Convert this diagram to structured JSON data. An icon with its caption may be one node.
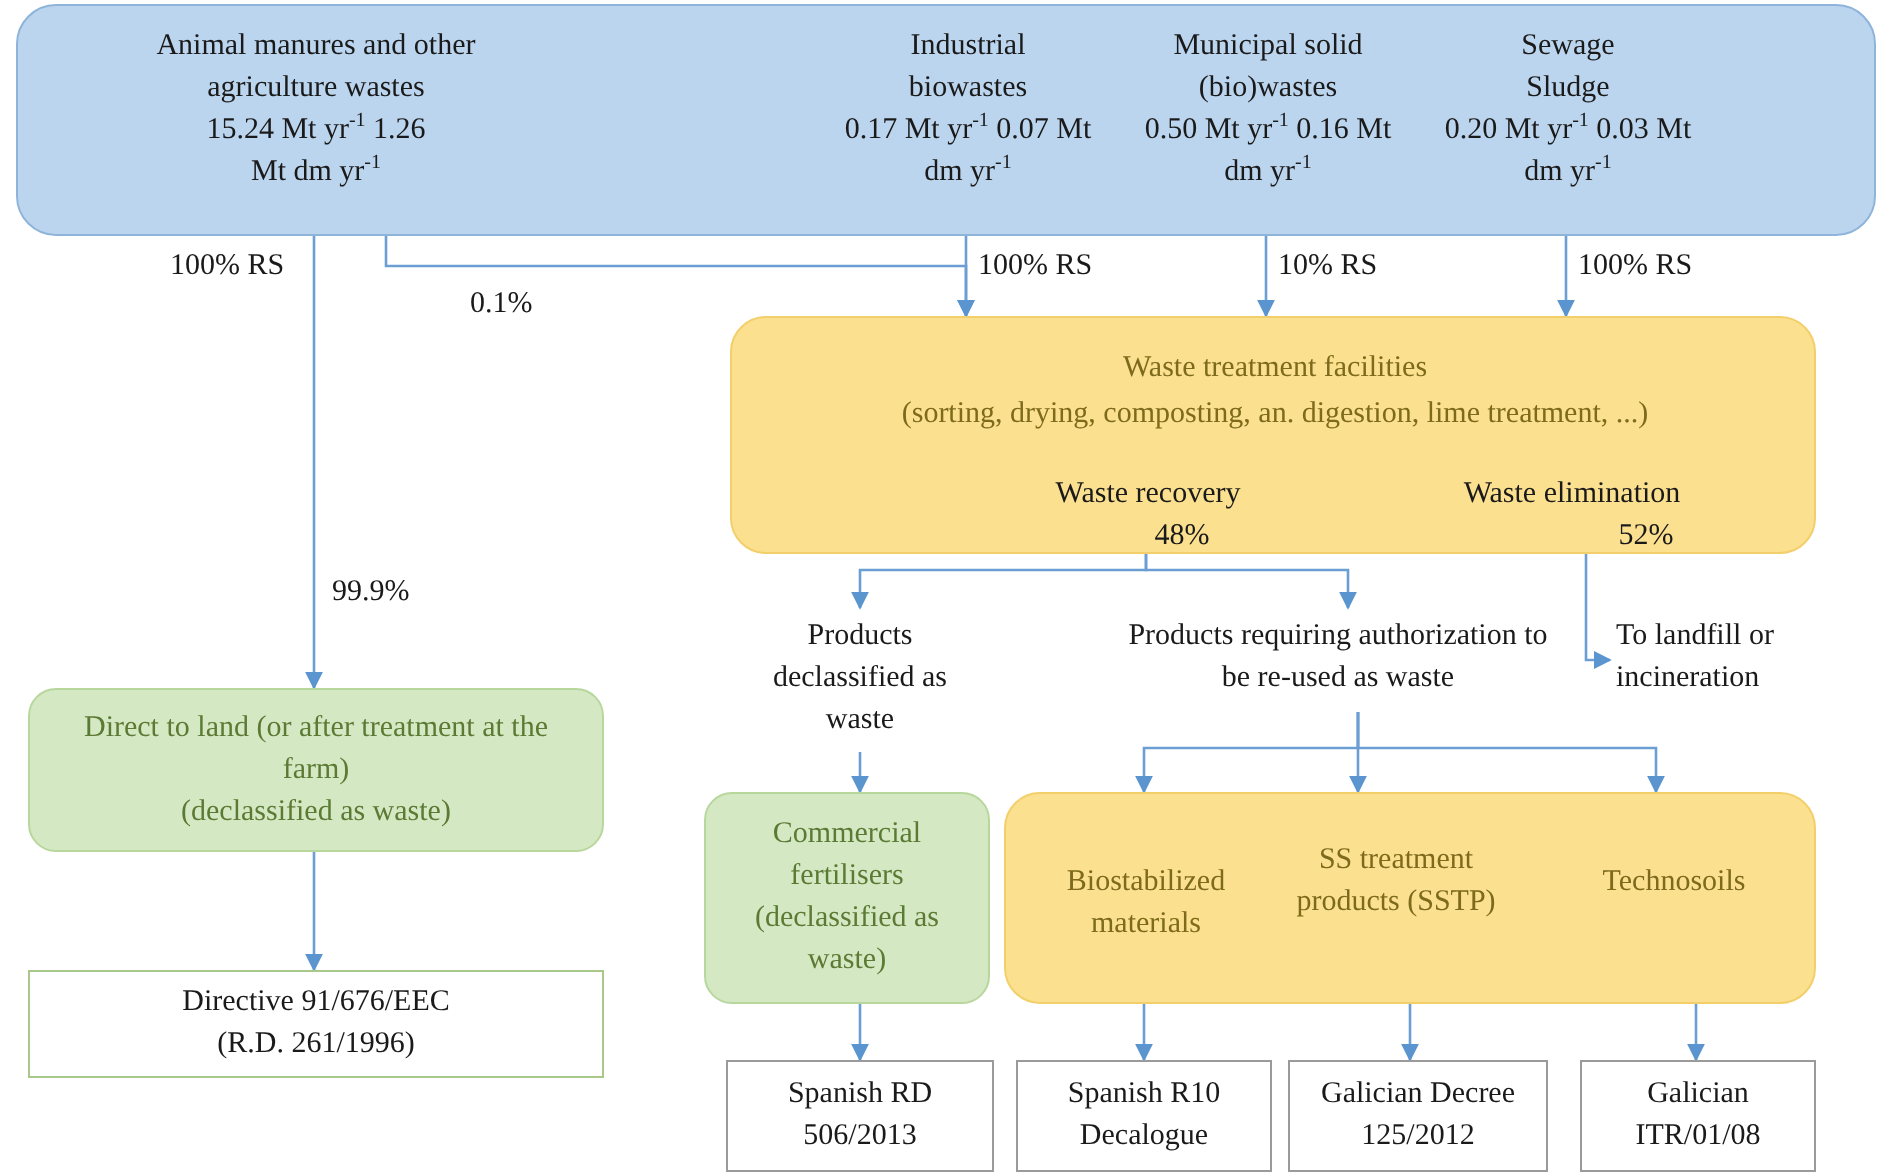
{
  "diagram": {
    "nodes": [
      {
        "text": [
          "Animal manures and other agriculture wastes",
          "15.24 Mt yr$^{-1}$ 1.26 Mt dm yr$^{-1}$",
          "Industrial biowastes",
          "0.17 Mt yr$^{-1}$ 0.07 Mt dm yr$^{-1}$",
          "Municipal solid (bio)wastes",
          "0.50 Mt yr$^{-1}$ 0.16 Mt dm yr$^{-1}$",
          "Sewage Sludge",
          "0.20 Mt yr$^{-1}$ 0.03 Mt dm yr$^{-1}$"
        ]
      },
      {
        "text": [
          "Waste treatment facilities",
          "(sorting, drying, composting, an. digestion, lime treatment, ...)",
          "Waste recovery",
          "48%",
          "Waste elimination",
          "52%"
        ]
      },
      {
        "text": [
          "Direct to land (or after treatment at the farm)",
          "(declassified as waste)"
        ]
      },
      {
        "text": [
          "Directive 91/676/EEC (R.D. 261/1996)"
        ]
      },
      {
        "text": [
          "Products declassified as waste"
        ]
      },
      {
        "text": [
          "Products requiring authorization to be re-used as waste"
        ]
      },
      {
        "text": [
          "To landfill or incineration"
        ]
      },
      {
        "text": [
          "Commercial fertilisers",
          "(declassified as waste)"
        ]
      },
      {
        "text": [
          "Biostabilized materials",
          "SS treatment products (SSTP)",
          "Technosoils"
        ]
      },
      {
        "text": [
          "Spanish RD 506/2013"
        ]
      },
      {
        "text": [
          "Spanish R10 Decalogue"
        ]
      },
      {
        "text": [
          "Galician Decree 125/2012"
        ]
      },
      {
        "text": [
          "Galician ITR/01/08"
        ]
      }
    ],
    "edges": [
      {
        "from": 0,
        "to": 2,
        "arrow": "to",
        "label": "99.9%"
      },
      {
        "from": 0,
        "to": 1,
        "arrow": "to",
        "label": "0.1%"
      },
      {
        "from": 0,
        "to": 1,
        "arrow": "to",
        "label": "100% RS"
      },
      {
        "from": 0,
        "to": 1,
        "arrow": "to",
        "label": "10% RS"
      },
      {
        "from": 0,
        "to": 1,
        "arrow": "to",
        "label": "100% RS"
      },
      {
        "from": 1,
        "to": 4,
        "arrow": "to"
      },
      {
        "from": 1,
        "to": 5,
        "arrow": "to"
      },
      {
        "from": 1,
        "to": 6,
        "arrow": "to"
      },
      {
        "from": 2,
        "to": 3,
        "arrow": "to"
      },
      {
        "from": 4,
        "to": 7,
        "arrow": "to"
      },
      {
        "from": 5,
        "to": 8,
        "arrow": "to"
      },
      {
        "from": 5,
        "to": 8,
        "arrow": "to"
      },
      {
        "from": 5,
        "to": 8,
        "arrow": "to"
      },
      {
        "from": 7,
        "to": 9,
        "arrow": "to"
      },
      {
        "from": 8,
        "to": 10,
        "arrow": "to"
      },
      {
        "from": 8,
        "to": 11,
        "arrow": "to"
      },
      {
        "from": 8,
        "to": 12,
        "arrow": "to"
      }
    ],
    "labels": [
      "100% RS"
    ]
  }
}
